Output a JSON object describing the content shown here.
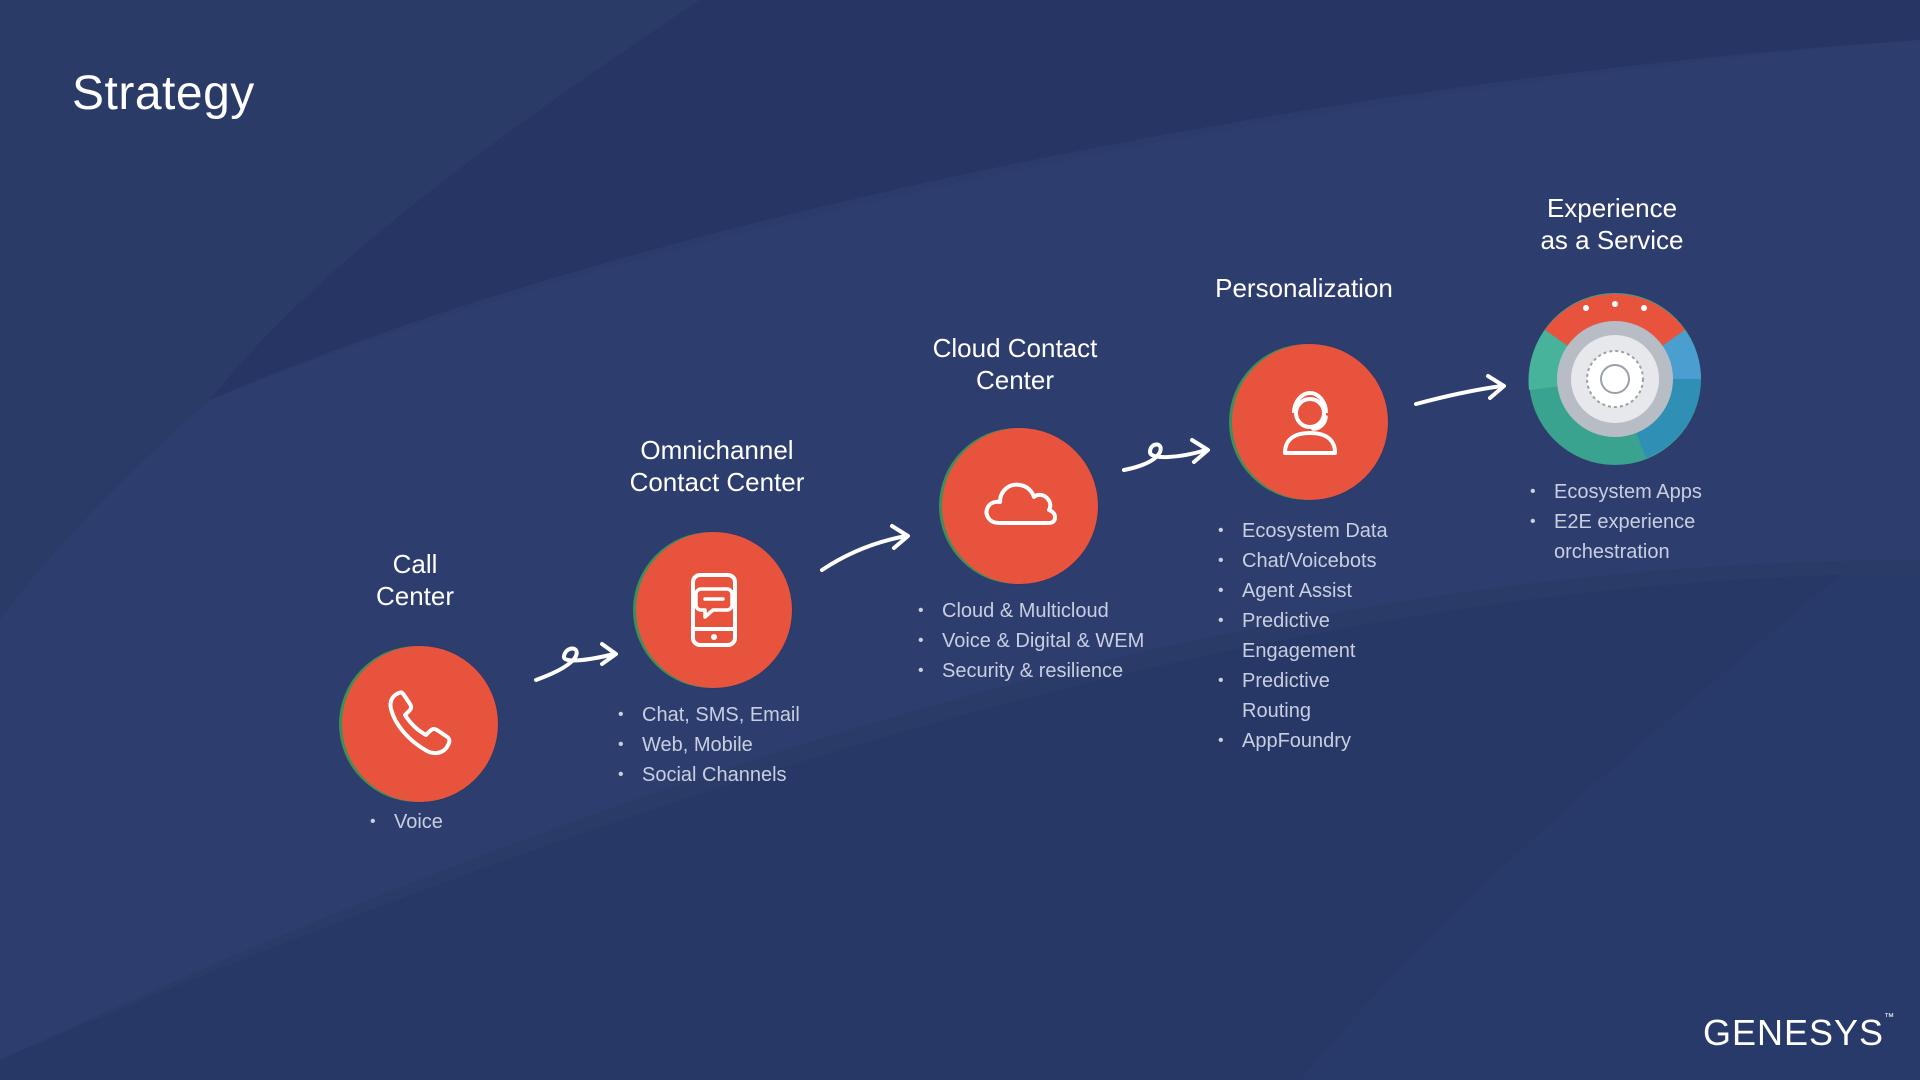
{
  "slide": {
    "title": "Strategy",
    "brand": "GENESYS",
    "colors": {
      "background": "#2b3b68",
      "accent": "#e8533d",
      "text": "#ffffff",
      "bullet_text": "#c9cfe0"
    }
  },
  "stages": [
    {
      "title": "Call\nCenter",
      "icon": "phone-icon",
      "bullets": [
        "Voice"
      ]
    },
    {
      "title": "Omnichannel\nContact Center",
      "icon": "mobile-chat-icon",
      "bullets": [
        "Chat, SMS, Email",
        "Web, Mobile",
        "Social Channels"
      ]
    },
    {
      "title": "Cloud Contact\nCenter",
      "icon": "cloud-icon",
      "bullets": [
        "Cloud & Multicloud",
        "Voice & Digital & WEM",
        "Security & resilience"
      ]
    },
    {
      "title": "Personalization",
      "icon": "agent-headset-icon",
      "bullets": [
        "Ecosystem Data",
        "Chat/Voicebots",
        "Agent Assist",
        "Predictive\nEngagement",
        "Predictive\nRouting",
        "AppFoundry"
      ]
    },
    {
      "title": "Experience\nas a Service",
      "icon": "experience-wheel-icon",
      "bullets": [
        "Ecosystem Apps",
        "E2E experience\norchestration"
      ]
    }
  ]
}
